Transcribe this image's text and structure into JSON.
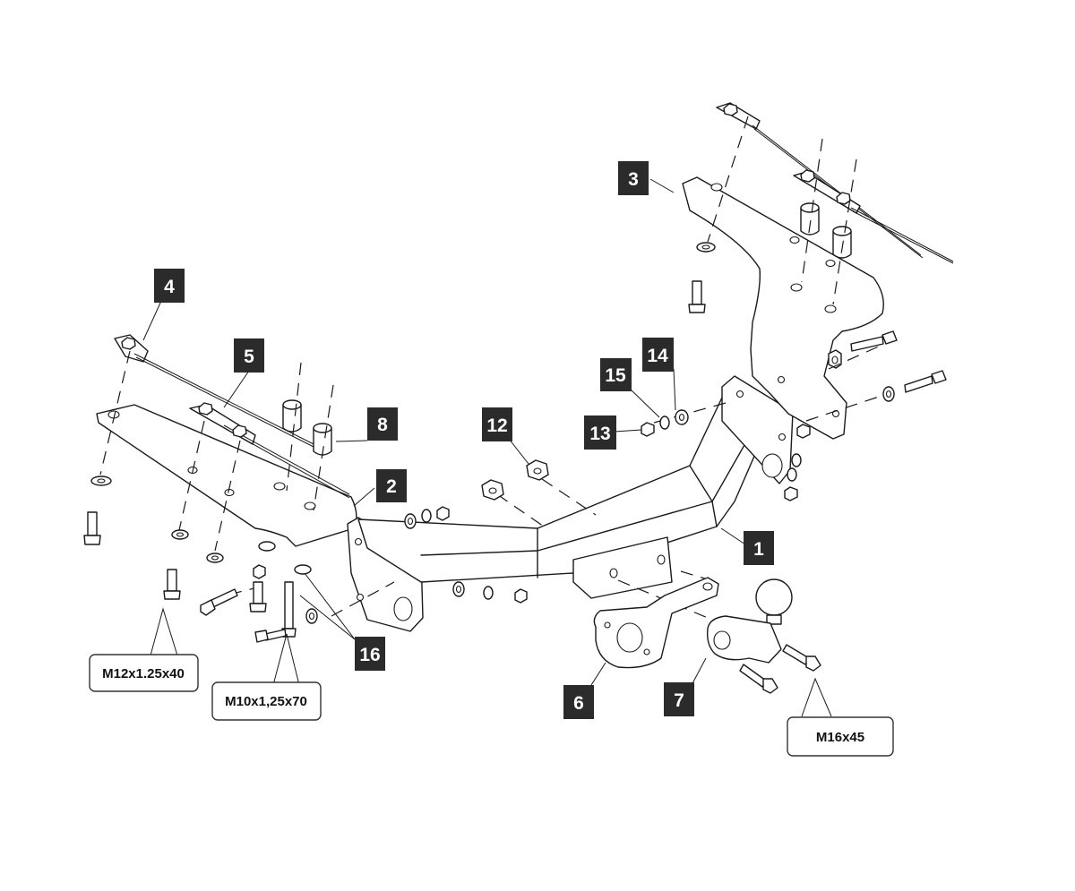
{
  "part_numbers": {
    "p1": "1",
    "p2": "2",
    "p3": "3",
    "p4": "4",
    "p5": "5",
    "p6": "6",
    "p7": "7",
    "p8": "8",
    "p12": "12",
    "p13": "13",
    "p14": "14",
    "p15": "15",
    "p16": "16"
  },
  "bolt_specs": {
    "left_bolts": "M12x1.25x40",
    "center_bolts": "M10x1,25x70",
    "ball_bolts": "M16x45"
  },
  "colors": {
    "line": "#1a1a1a",
    "tag_background": "#2b2b2b",
    "tag_text": "#ffffff"
  }
}
